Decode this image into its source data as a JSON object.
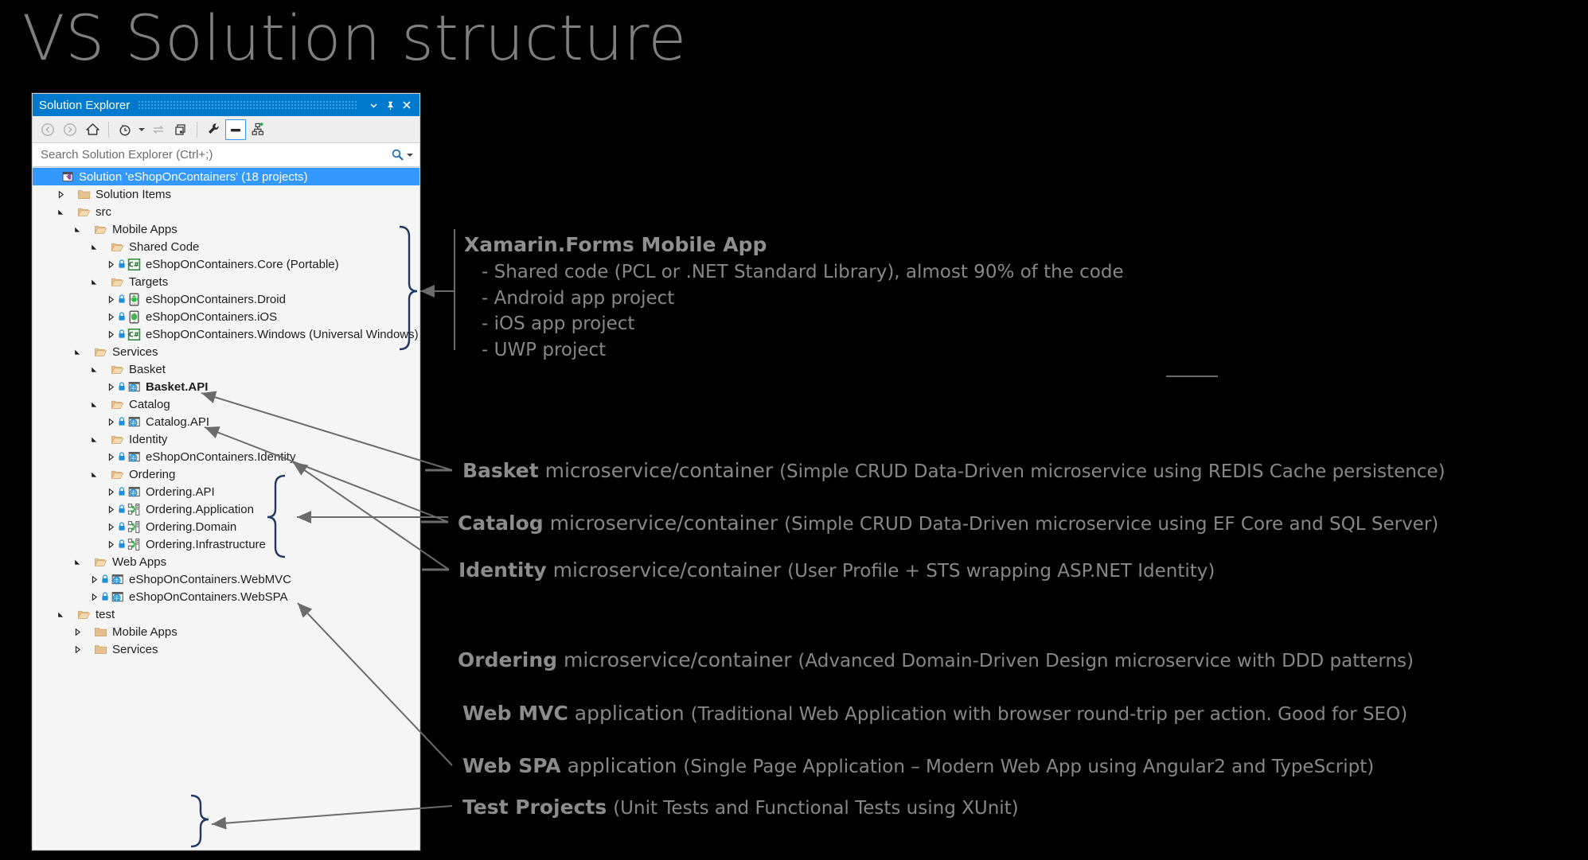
{
  "slide": {
    "title": "VS Solution structure"
  },
  "solution_explorer": {
    "window_title": "Solution Explorer",
    "titlebar_buttons": [
      {
        "name": "dropdown",
        "glyph": "▾"
      },
      {
        "name": "pin",
        "glyph": "pin"
      },
      {
        "name": "close",
        "glyph": "✕"
      }
    ],
    "toolbar": [
      {
        "name": "back",
        "icon": "back-arrow-icon"
      },
      {
        "name": "forward",
        "icon": "forward-arrow-icon"
      },
      {
        "name": "home",
        "icon": "home-icon"
      },
      {
        "name": "pending-changes",
        "icon": "clock-icon"
      },
      {
        "name": "sync-with-active-document",
        "icon": "sync-icon"
      },
      {
        "name": "properties-window",
        "icon": "windows-icon"
      },
      {
        "name": "preview-selected-items",
        "icon": "wrench-icon"
      },
      {
        "name": "show-all-files",
        "icon": "collapse-icon",
        "selected": true
      },
      {
        "name": "add-new-item",
        "icon": "hierarchy-plus-icon"
      }
    ],
    "search": {
      "placeholder": "Search Solution Explorer (Ctrl+;)",
      "value": ""
    },
    "tree": [
      {
        "indent": 0,
        "twisty": "none",
        "icon": "vs-solution-icon",
        "lock": false,
        "label": "Solution 'eShopOnContainers' (18 projects)",
        "selected": true,
        "bold": false
      },
      {
        "indent": 1,
        "twisty": "collapsed",
        "icon": "folder-closed-icon",
        "lock": false,
        "label": "Solution Items",
        "selected": false,
        "bold": false
      },
      {
        "indent": 1,
        "twisty": "expanded",
        "icon": "folder-open-icon",
        "lock": false,
        "label": "src",
        "selected": false,
        "bold": false
      },
      {
        "indent": 2,
        "twisty": "expanded",
        "icon": "folder-open-icon",
        "lock": false,
        "label": "Mobile Apps",
        "selected": false,
        "bold": false
      },
      {
        "indent": 3,
        "twisty": "expanded",
        "icon": "folder-open-icon",
        "lock": false,
        "label": "Shared Code",
        "selected": false,
        "bold": false
      },
      {
        "indent": 4,
        "twisty": "collapsed",
        "icon": "csharp-project-icon",
        "lock": true,
        "label": "eShopOnContainers.Core (Portable)",
        "selected": false,
        "bold": false
      },
      {
        "indent": 3,
        "twisty": "expanded",
        "icon": "folder-open-icon",
        "lock": false,
        "label": "Targets",
        "selected": false,
        "bold": false
      },
      {
        "indent": 4,
        "twisty": "collapsed",
        "icon": "android-project-icon",
        "lock": true,
        "label": "eShopOnContainers.Droid",
        "selected": false,
        "bold": false
      },
      {
        "indent": 4,
        "twisty": "collapsed",
        "icon": "ios-project-icon",
        "lock": true,
        "label": "eShopOnContainers.iOS",
        "selected": false,
        "bold": false
      },
      {
        "indent": 4,
        "twisty": "collapsed",
        "icon": "csharp-project-icon",
        "lock": true,
        "label": "eShopOnContainers.Windows (Universal Windows)",
        "selected": false,
        "bold": false
      },
      {
        "indent": 2,
        "twisty": "expanded",
        "icon": "folder-open-icon",
        "lock": false,
        "label": "Services",
        "selected": false,
        "bold": false
      },
      {
        "indent": 3,
        "twisty": "expanded",
        "icon": "folder-open-icon",
        "lock": false,
        "label": "Basket",
        "selected": false,
        "bold": false
      },
      {
        "indent": 4,
        "twisty": "collapsed",
        "icon": "web-project-icon",
        "lock": true,
        "label": "Basket.API",
        "selected": false,
        "bold": true
      },
      {
        "indent": 3,
        "twisty": "expanded",
        "icon": "folder-open-icon",
        "lock": false,
        "label": "Catalog",
        "selected": false,
        "bold": false
      },
      {
        "indent": 4,
        "twisty": "collapsed",
        "icon": "web-project-icon",
        "lock": true,
        "label": "Catalog.API",
        "selected": false,
        "bold": false
      },
      {
        "indent": 3,
        "twisty": "expanded",
        "icon": "folder-open-icon",
        "lock": false,
        "label": "Identity",
        "selected": false,
        "bold": false
      },
      {
        "indent": 4,
        "twisty": "collapsed",
        "icon": "web-project-icon",
        "lock": true,
        "label": "eShopOnContainers.Identity",
        "selected": false,
        "bold": false
      },
      {
        "indent": 3,
        "twisty": "expanded",
        "icon": "folder-open-icon",
        "lock": false,
        "label": "Ordering",
        "selected": false,
        "bold": false
      },
      {
        "indent": 4,
        "twisty": "collapsed",
        "icon": "web-project-icon",
        "lock": true,
        "label": "Ordering.API",
        "selected": false,
        "bold": false
      },
      {
        "indent": 4,
        "twisty": "collapsed",
        "icon": "library-project-icon",
        "lock": true,
        "label": "Ordering.Application",
        "selected": false,
        "bold": false
      },
      {
        "indent": 4,
        "twisty": "collapsed",
        "icon": "library-project-icon",
        "lock": true,
        "label": "Ordering.Domain",
        "selected": false,
        "bold": false
      },
      {
        "indent": 4,
        "twisty": "collapsed",
        "icon": "library-project-icon",
        "lock": true,
        "label": "Ordering.Infrastructure",
        "selected": false,
        "bold": false
      },
      {
        "indent": 2,
        "twisty": "expanded",
        "icon": "folder-open-icon",
        "lock": false,
        "label": "Web Apps",
        "selected": false,
        "bold": false
      },
      {
        "indent": 3,
        "twisty": "collapsed",
        "icon": "web-project-icon",
        "lock": true,
        "label": "eShopOnContainers.WebMVC",
        "selected": false,
        "bold": false
      },
      {
        "indent": 3,
        "twisty": "collapsed",
        "icon": "web-project-icon",
        "lock": true,
        "label": "eShopOnContainers.WebSPA",
        "selected": false,
        "bold": false
      },
      {
        "indent": 1,
        "twisty": "expanded",
        "icon": "folder-open-icon",
        "lock": false,
        "label": "test",
        "selected": false,
        "bold": false
      },
      {
        "indent": 2,
        "twisty": "collapsed",
        "icon": "folder-closed-icon",
        "lock": false,
        "label": "Mobile Apps",
        "selected": false,
        "bold": false
      },
      {
        "indent": 2,
        "twisty": "collapsed",
        "icon": "folder-closed-icon",
        "lock": false,
        "label": "Services",
        "selected": false,
        "bold": false
      }
    ]
  },
  "annotations": {
    "xamarin": {
      "title": "Xamarin.Forms Mobile App",
      "bullets": [
        "- Shared code (PCL or .NET Standard Library), almost 90% of the code",
        "- Android app project",
        "- iOS app project",
        "- UWP project"
      ]
    },
    "basket": {
      "head": "Basket",
      "body": " microservice/container ",
      "paren": "(Simple CRUD Data-Driven microservice using REDIS Cache persistence)"
    },
    "catalog": {
      "head": "Catalog",
      "body": " microservice/container ",
      "paren": "(Simple CRUD Data-Driven microservice using EF Core and SQL Server)"
    },
    "identity": {
      "head": "Identity",
      "body": " microservice/container ",
      "paren": "(User Profile + STS wrapping ASP.NET Identity)"
    },
    "ordering": {
      "head": "Ordering",
      "body": " microservice/container ",
      "paren": "(Advanced Domain-Driven Design microservice with DDD patterns)"
    },
    "webmvc": {
      "head": "Web MVC",
      "body": " application ",
      "paren": "(Traditional Web Application with browser round-trip per action. Good for SEO)"
    },
    "webspa": {
      "head": "Web SPA",
      "body": " application ",
      "paren": "(Single Page Application – Modern Web App using Angular2 and TypeScript)"
    },
    "tests": {
      "head": "Test Projects",
      "body": " ",
      "paren": "(Unit Tests and Functional Tests using XUnit)"
    }
  },
  "colors": {
    "background": "#000000",
    "titlebar": "#007acc",
    "selection": "#3399ff",
    "panel": "#f5f5f5",
    "annotation_text": "#868686",
    "slide_title": "#7f7f7f",
    "bracket": "#1f3864"
  }
}
